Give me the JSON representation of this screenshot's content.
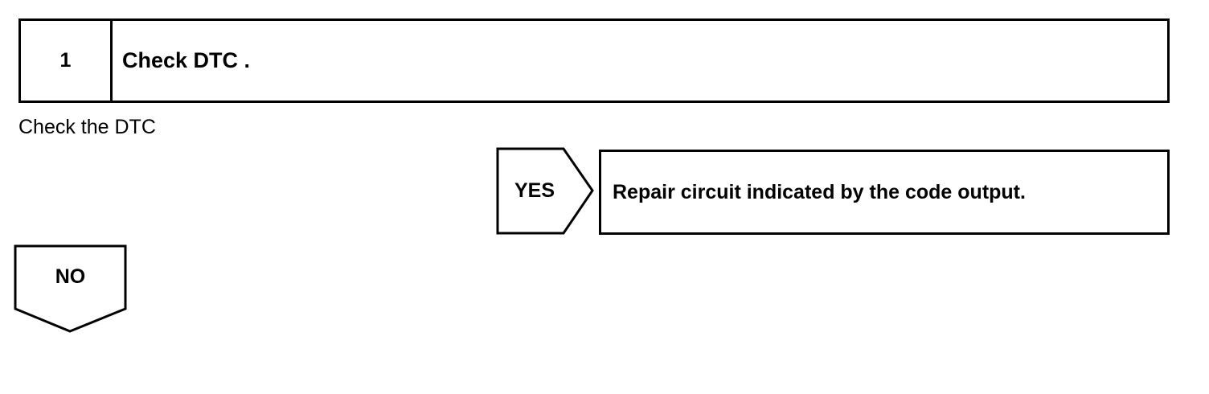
{
  "step": {
    "number": "1",
    "title": "Check DTC ."
  },
  "instruction": "Check the DTC",
  "yes_branch": {
    "label": "YES",
    "result": "Repair circuit indicated by the code output."
  },
  "no_branch": {
    "label": "NO"
  }
}
